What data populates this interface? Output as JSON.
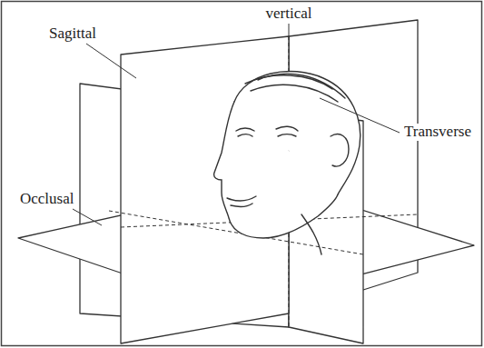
{
  "diagram": {
    "labels": [
      "vertical",
      "Sagittal",
      "Transverse",
      "Occlusal"
    ]
  }
}
